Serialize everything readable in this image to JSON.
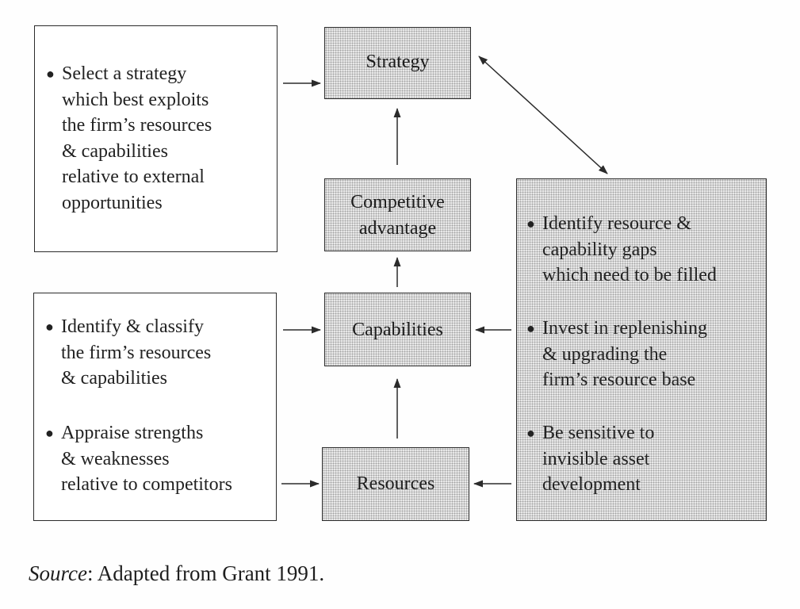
{
  "center_boxes": {
    "strategy": "Strategy",
    "competitive_advantage": [
      "Competitive",
      "advantage"
    ],
    "capabilities": "Capabilities",
    "resources": "Resources"
  },
  "left_top_box": {
    "bullet": [
      "Select a strategy",
      "which best exploits",
      "the firm’s resources",
      "& capabilities",
      "relative to external",
      "opportunities"
    ]
  },
  "left_bottom_box": {
    "bullet1": [
      "Identify & classify",
      "the firm’s resources",
      "& capabilities"
    ],
    "bullet2": [
      "Appraise strengths",
      "& weaknesses",
      "relative to competitors"
    ]
  },
  "right_box": {
    "bullet1": [
      "Identify resource &",
      "capability gaps",
      "which need to be filled"
    ],
    "bullet2": [
      "Invest in replenishing",
      "& upgrading the",
      "firm’s resource base"
    ],
    "bullet3": [
      "Be sensitive to",
      "invisible asset",
      "development"
    ]
  },
  "caption": {
    "source_label": "Source",
    "text": ": Adapted from Grant 1991."
  },
  "colors": {
    "line": "#2b2b2b",
    "shade": "#ececec"
  }
}
